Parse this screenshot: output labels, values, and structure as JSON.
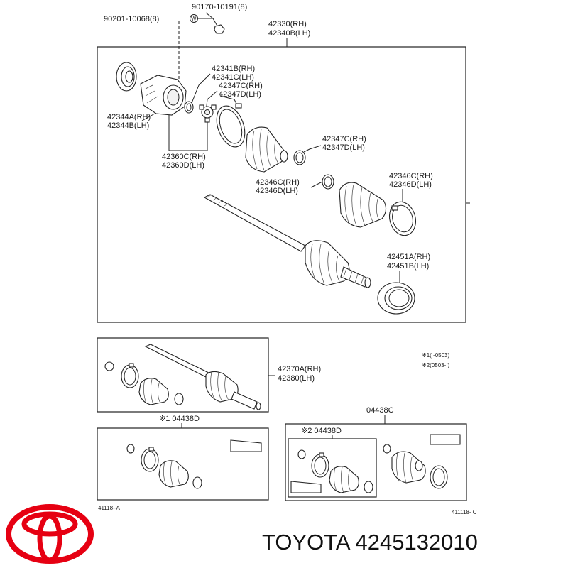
{
  "callouts": {
    "bolt": "90170-10191(8)",
    "washer": "90201-10068(8)",
    "assy_rh": "42330(RH)",
    "assy_lh": "42340B(LH)",
    "ring_rh": "42341B(RH)",
    "ring_lh": "42341C(LH)",
    "clamp1_rh": "42347C(RH)",
    "clamp1_lh": "42347D(LH)",
    "joint_rh": "42344A(RH)",
    "joint_lh": "42344B(LH)",
    "clamp2_rh": "42347C(RH)",
    "clamp2_lh": "42347D(LH)",
    "tripod_rh": "42360C(RH)",
    "tripod_lh": "42360D(LH)",
    "clamp3_rh": "42346C(RH)",
    "clamp3_lh": "42346D(LH)",
    "clamp4_rh": "42346C(RH)",
    "clamp4_lh": "42346D(LH)",
    "dust_rh": "42451A(RH)",
    "dust_lh": "42451B(LH)",
    "shaft2_rh": "42370A(RH)",
    "shaft2_lh": "42380(LH)",
    "kit1": "※1 04438D",
    "kit_c": "04438C",
    "kit2": "※2 04438D"
  },
  "notes": {
    "note1": "※1(       -0503)",
    "note2": "※2(0503-        )"
  },
  "codes": {
    "left": "41118–A",
    "right": "411118- C"
  },
  "brand": {
    "caption": "TOYOTA 4245132010",
    "logo_color": "#e60012"
  },
  "icons": {
    "logo": "toyota-logo-icon",
    "washer_symbol": "washer-w-icon"
  }
}
